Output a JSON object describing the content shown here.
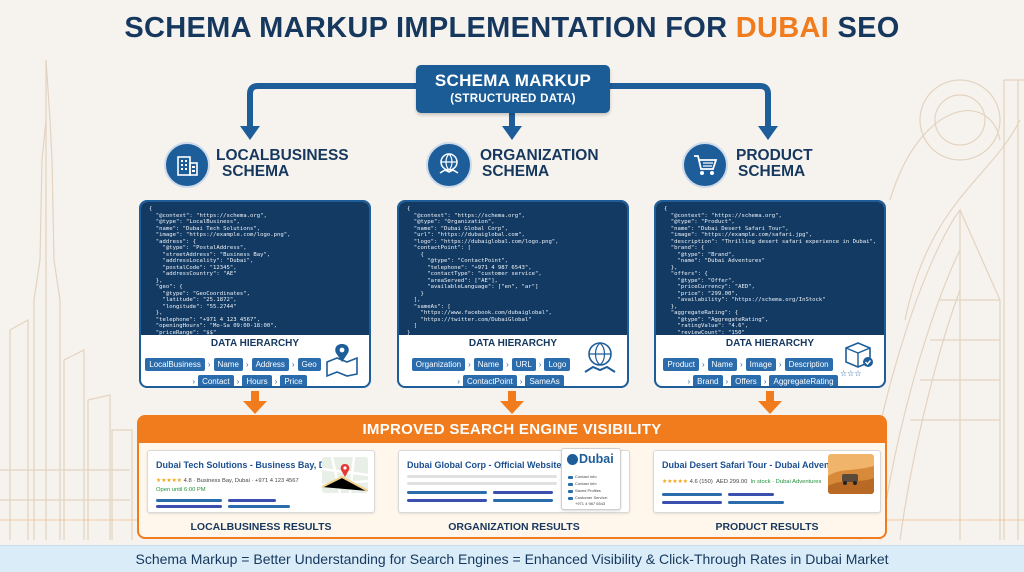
{
  "title": {
    "before": "SCHEMA MARKUP IMPLEMENTATION FOR ",
    "accent": "DUBAI",
    "after": " SEO"
  },
  "colors": {
    "navy": "#16385e",
    "blue": "#1d5d99",
    "orange": "#f07c1e",
    "code_bg": "#123a63"
  },
  "top_box": {
    "line1": "SCHEMA MARKUP",
    "line2": "(STRUCTURED DATA)"
  },
  "data_hierarchy_label": "DATA HIERARCHY",
  "columns": [
    {
      "heading_line1": "LOCALBUSINESS",
      "heading_line2": "SCHEMA",
      "icon": "building-icon",
      "code": "{\n  \"@context\": \"https://schema.org\",\n  \"@type\": \"LocalBusiness\",\n  \"name\": \"Dubai Tech Solutions\",\n  \"image\": \"https://example.com/logo.png\",\n  \"address\": {\n    \"@type\": \"PostalAddress\",\n    \"streetAddress\": \"Business Bay\",\n    \"addressLocality\": \"Dubai\",\n    \"postalCode\": \"12345\",\n    \"addressCountry\": \"AE\"\n  },\n  \"geo\": {\n    \"@type\": \"GeoCoordinates\",\n    \"latitude\": \"25.1872\",\n    \"longitude\": \"55.2744\"\n  },\n  \"telephone\": \"+971 4 123 4567\",\n  \"openingHours\": \"Mo-Sa 09:00-18:00\",\n  \"priceRange\": \"$$\"\n}",
      "chips_row1": [
        "LocalBusiness",
        "Name",
        "Address",
        "Geo"
      ],
      "chips_row2": [
        "Contact",
        "Hours",
        "Price"
      ],
      "panel_icon": "map-pin-icon",
      "result_label": "LOCALBUSINESS RESULTS"
    },
    {
      "heading_line1": "ORGANIZATION",
      "heading_line2": "SCHEMA",
      "icon": "handshake-globe-icon",
      "code": "{\n  \"@context\": \"https://schema.org\",\n  \"@type\": \"Organization\",\n  \"name\": \"Dubai Global Corp\",\n  \"url\": \"https://dubaiglobal.com\",\n  \"logo\": \"https://dubaiglobal.com/logo.png\",\n  \"contactPoint\": [\n    {\n      \"@type\": \"ContactPoint\",\n      \"telephone\": \"+971 4 987 6543\",\n      \"contactType\": \"customer service\",\n      \"areaServed\": [\"AE\"],\n      \"availableLanguage\": [\"en\", \"ar\"]\n    }\n  ],\n  \"sameAs\": [\n    \"https://www.facebook.com/dubaiglobal\",\n    \"https://twitter.com/DubaiGlobal\"\n  ]\n}",
      "chips_row1": [
        "Organization",
        "Name",
        "URL",
        "Logo"
      ],
      "chips_row2": [
        "ContactPoint",
        "SameAs"
      ],
      "panel_icon": "globe-handshake-icon",
      "result_label": "ORGANIZATION RESULTS"
    },
    {
      "heading_line1": "PRODUCT",
      "heading_line2": "SCHEMA",
      "icon": "cart-icon",
      "code": "{\n  \"@context\": \"https://schema.org\",\n  \"@type\": \"Product\",\n  \"name\": \"Dubai Desert Safari Tour\",\n  \"image\": \"https://example.com/safari.jpg\",\n  \"description\": \"Thrilling desert safari experience in Dubai\",\n  \"brand\": {\n    \"@type\": \"Brand\",\n    \"name\": \"Dubai Adventures\"\n  },\n  \"offers\": {\n    \"@type\": \"Offer\",\n    \"priceCurrency\": \"AED\",\n    \"price\": \"299.00\",\n    \"availability\": \"https://schema.org/InStock\"\n  },\n  \"aggregateRating\": {\n    \"@type\": \"AggregateRating\",\n    \"ratingValue\": \"4.6\",\n    \"reviewCount\": \"150\"\n  }\n}",
      "chips_row1": [
        "Product",
        "Name",
        "Image",
        "Description"
      ],
      "chips_row2": [
        "Brand",
        "Offers",
        "AggregateRating"
      ],
      "panel_icon": "box-stars-icon",
      "result_label": "PRODUCT RESULTS"
    }
  ],
  "improved": {
    "heading": "IMPROVED SEARCH ENGINE VISIBILITY",
    "local_result": {
      "title": "Dubai Tech Solutions - Business Bay, Dubai",
      "stars": "★★★★★",
      "rating_line": "4.8 · Business Bay, Dubai · +971 4 123 4567",
      "open": "Open until 6:00 PM"
    },
    "org_result": {
      "title": "Dubai Global Corp - Official Website",
      "card_brand": "Dubai",
      "card_items": [
        "Contact Info",
        "Contact Info",
        "Saved Profiles",
        "Customer Service:"
      ],
      "card_phone": "+971 4 987 6543"
    },
    "product_result": {
      "title": "Dubai Desert Safari Tour - Dubai Adventures",
      "stars": "★★★★★",
      "rating": "4.6 (150)",
      "price": "AED 299.00",
      "stock": "In stock · Dubai Adventures"
    }
  },
  "footer": "Schema Markup = Better Understanding for Search Engines = Enhanced Visibility & Click-Through Rates in Dubai Market"
}
